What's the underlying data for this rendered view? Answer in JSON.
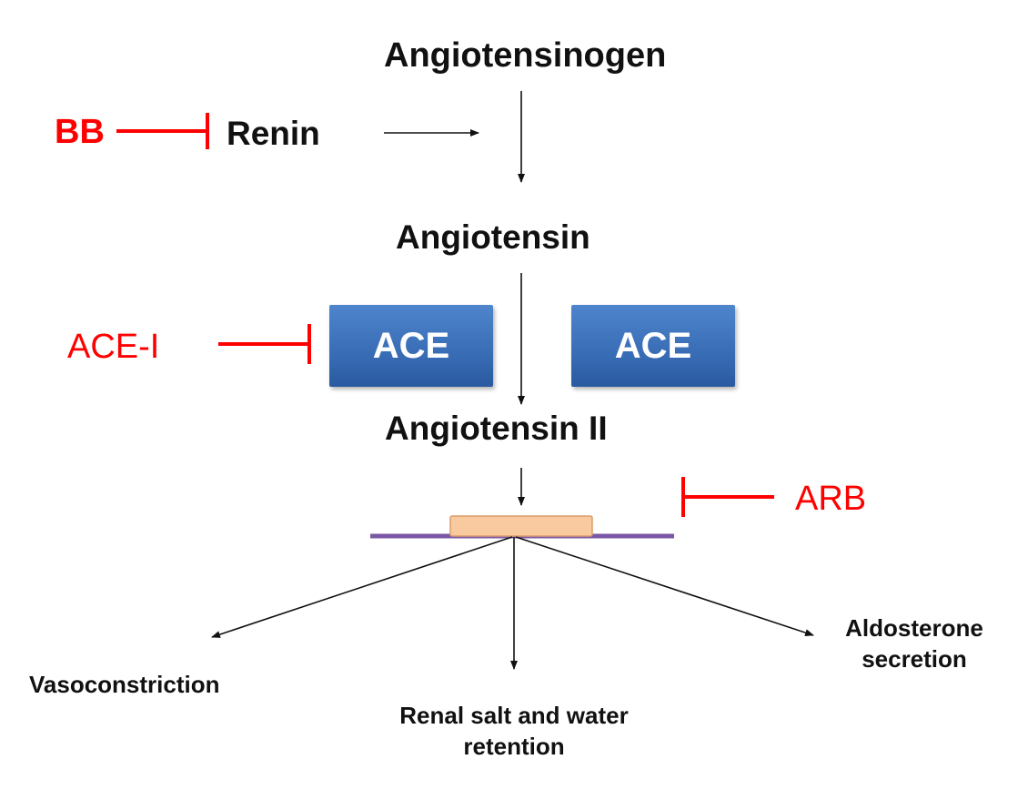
{
  "nodes": {
    "angiotensinogen": "Angiotensinogen",
    "renin": "Renin",
    "angiotensin": "Angiotensin",
    "angiotensin_ii": "Angiotensin II"
  },
  "enzymes": {
    "ace_left": "ACE",
    "ace_right": "ACE"
  },
  "inhibitors": {
    "bb": "BB",
    "ace_i": "ACE-I",
    "arb": "ARB"
  },
  "effects": {
    "vasoconstriction": "Vasoconstriction",
    "renal_line1": "Renal salt and water",
    "renal_line2": "retention",
    "aldosterone_line1": "Aldosterone",
    "aldosterone_line2": "secretion"
  },
  "colors": {
    "inhibitor": "#ff0000",
    "arrow": "#111111",
    "enzyme_box": "#3a6fb8",
    "receptor": "#f9c9a0",
    "membrane": "#7b57a6"
  }
}
